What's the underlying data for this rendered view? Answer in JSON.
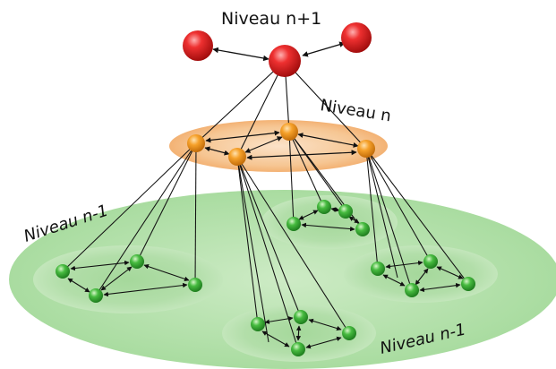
{
  "labels": {
    "top": "Niveau n+1",
    "middle": "Niveau n",
    "lower_left": "Niveau n-1",
    "lower_right": "Niveau n-1"
  },
  "colors": {
    "red_node": "#e02020",
    "orange_node": "#f39a1e",
    "green_node": "#3cb53c",
    "orange_ellipse": "#f7c99a",
    "green_ellipse": "#bfe3b8",
    "green_cluster": "#9fd496",
    "line": "#111111"
  }
}
